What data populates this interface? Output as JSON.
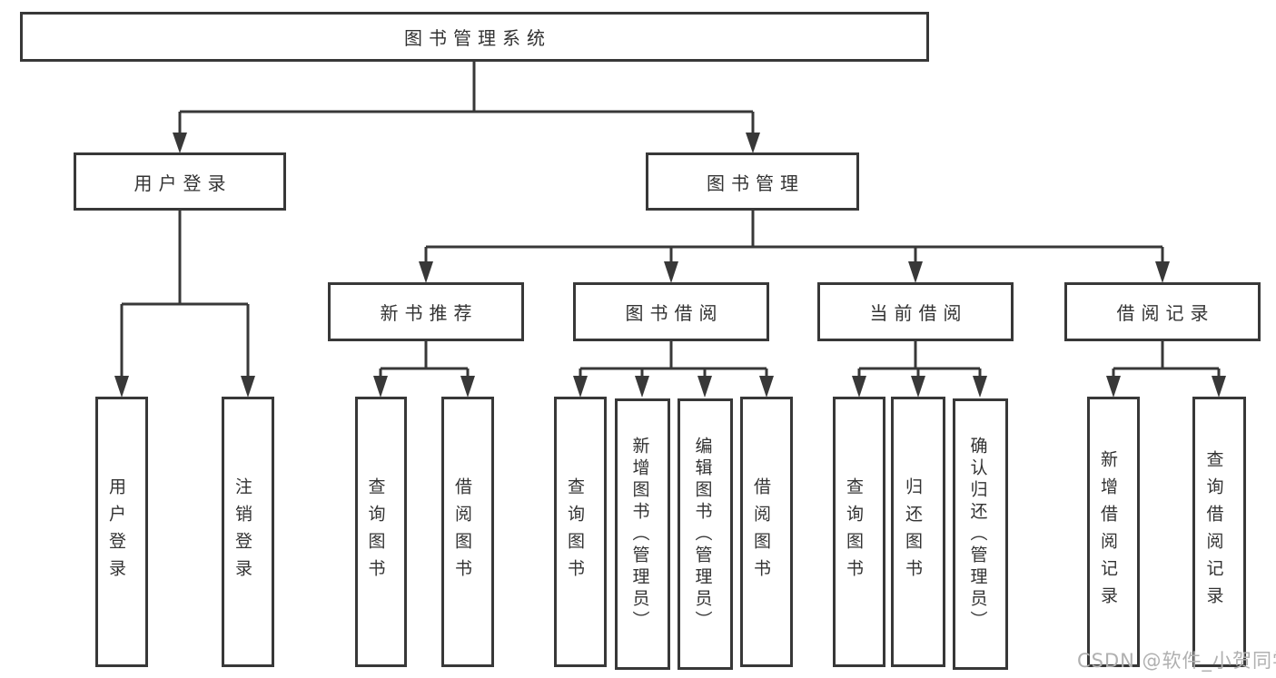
{
  "colors": {
    "line": "#383838",
    "text": "#333333",
    "box_background": "#ffffff",
    "watermark": "#b0b0b0"
  },
  "watermark": "CSDN @软件_小贺同学",
  "tree": {
    "root": {
      "label": "图书管理系统"
    },
    "user_login": {
      "label": "用户登录",
      "children": [
        {
          "label": "用户登录"
        },
        {
          "label": "注销登录"
        }
      ]
    },
    "book_mgmt": {
      "label": "图书管理",
      "children": [
        {
          "label": "新书推荐",
          "children": [
            {
              "label": "查询图书"
            },
            {
              "label": "借阅图书"
            }
          ]
        },
        {
          "label": "图书借阅",
          "children": [
            {
              "label": "查询图书"
            },
            {
              "label": "新增图书（管理员）"
            },
            {
              "label": "编辑图书（管理员）"
            },
            {
              "label": "借阅图书"
            }
          ]
        },
        {
          "label": "当前借阅",
          "children": [
            {
              "label": "查询图书"
            },
            {
              "label": "归还图书"
            },
            {
              "label": "确认归还（管理员）"
            }
          ]
        },
        {
          "label": "借阅记录",
          "children": [
            {
              "label": "新增借阅记录"
            },
            {
              "label": "查询借阅记录"
            }
          ]
        }
      ]
    }
  }
}
